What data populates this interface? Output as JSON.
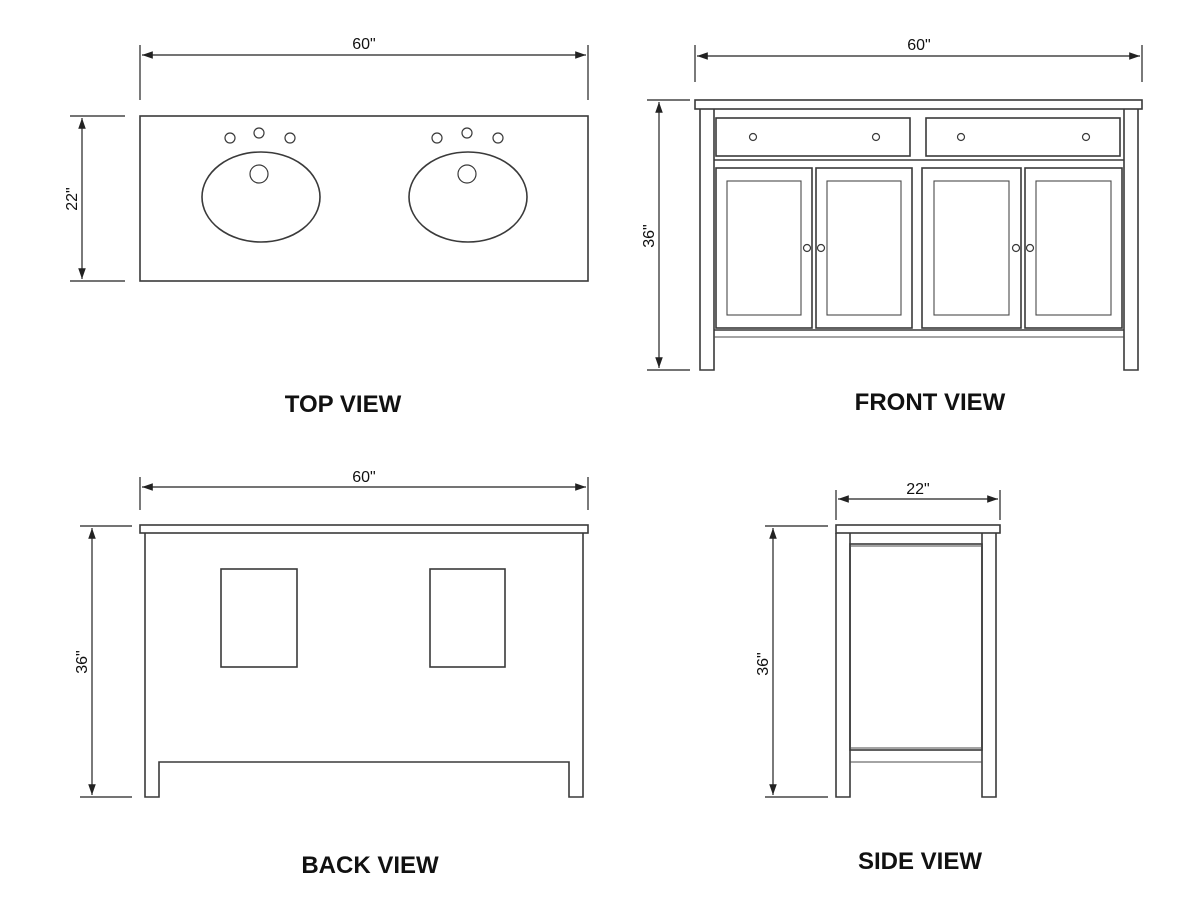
{
  "views": {
    "top": {
      "title": "TOP VIEW",
      "width_label": "60\"",
      "depth_label": "22\""
    },
    "front": {
      "title": "FRONT VIEW",
      "width_label": "60\"",
      "height_label": "36\""
    },
    "back": {
      "title": "BACK VIEW",
      "width_label": "60\"",
      "height_label": "36\""
    },
    "side": {
      "title": "SIDE VIEW",
      "width_label": "22\"",
      "height_label": "36\""
    }
  }
}
